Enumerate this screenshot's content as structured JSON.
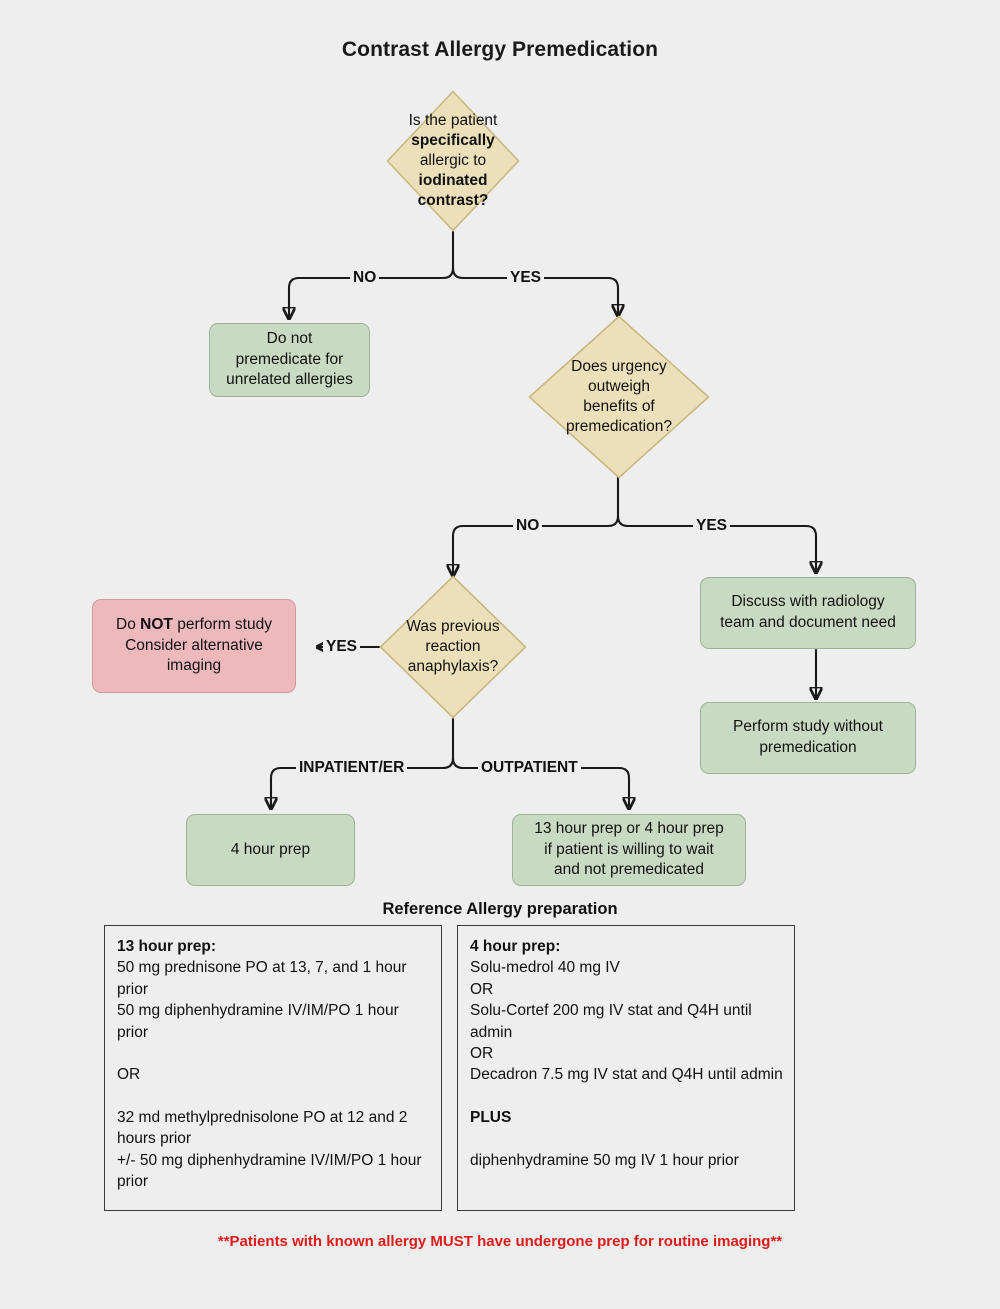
{
  "title": "Contrast Allergy Premedication",
  "colors": {
    "background": "#eeeeee",
    "decision_fill": "#ece0bb",
    "decision_stroke": "#c9b77e",
    "action_green_fill": "#c9dac3",
    "action_green_stroke": "#9db396",
    "stop_red_fill": "#eeb9bd",
    "stop_red_stroke": "#d19aa0",
    "connector": "#1a1a1a",
    "warning_text": "#e01b1b"
  },
  "flow": {
    "decisions": {
      "d1": {
        "line1": "Is the patient",
        "line2": "specifically",
        "line3": "allergic to",
        "line4": "iodinated",
        "line5": "contrast?"
      },
      "d2": {
        "line1": "Does urgency",
        "line2": "outweigh",
        "line3": "benefits of",
        "line4": "premedication?"
      },
      "d3": {
        "line1": "Was previous",
        "line2": "reaction",
        "line3": "anaphylaxis?"
      }
    },
    "nodes": {
      "no_premedicate": {
        "line1": "Do not",
        "line2": "premedicate for",
        "line3": "unrelated allergies"
      },
      "discuss_radiology": {
        "line1": "Discuss with radiology",
        "line2": "team and document need"
      },
      "perform_without_premed": {
        "line1": "Perform study without",
        "line2": "premedication"
      },
      "do_not_perform": {
        "line1a": "Do ",
        "line1b": "NOT",
        "line1c": " perform study",
        "line2": "Consider alternative",
        "line3": "imaging"
      },
      "four_hour_prep": {
        "line1": "4 hour prep"
      },
      "outpatient_prep": {
        "line1": "13 hour prep or 4 hour prep",
        "line2": "if patient is willing to wait",
        "line3": "and not premedicated"
      }
    },
    "edge_labels": {
      "d1_no": "NO",
      "d1_yes": "YES",
      "d2_no": "NO",
      "d2_yes": "YES",
      "d3_yes": "YES",
      "d3_inpatient": "INPATIENT/ER",
      "d3_outpatient": "OUTPATIENT"
    }
  },
  "reference": {
    "heading": "Reference Allergy preparation",
    "left_panel": {
      "header": "13 hour prep:",
      "lines": [
        "50 mg prednisone PO at 13, 7, and 1 hour prior",
        "50 mg diphenhydramine IV/IM/PO 1 hour prior",
        "",
        "OR",
        "",
        "32 md methylprednisolone PO at 12 and 2 hours prior",
        "+/- 50 mg diphenhydramine IV/IM/PO 1 hour prior"
      ]
    },
    "right_panel": {
      "header": "4 hour prep:",
      "lines_before_plus": [
        "Solu-medrol 40 mg IV",
        "OR",
        "Solu-Cortef 200 mg IV stat and Q4H until admin",
        "OR",
        "Decadron 7.5 mg IV stat and Q4H until admin"
      ],
      "plus_label": "PLUS",
      "lines_after_plus": [
        "diphenhydramine 50 mg IV 1 hour prior"
      ]
    }
  },
  "footer": {
    "warning": "**Patients with known allergy MUST have undergone prep for routine imaging**"
  }
}
